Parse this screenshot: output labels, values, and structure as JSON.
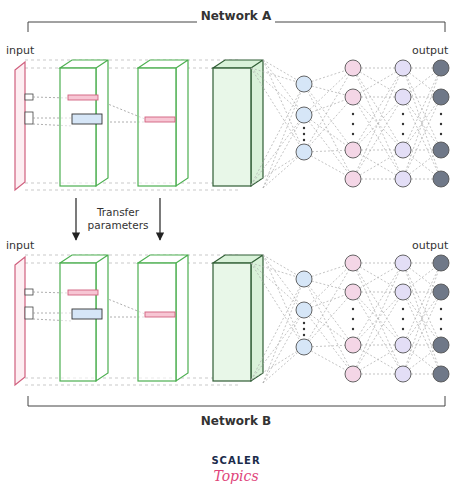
{
  "diagram": {
    "labels": [
      "Network A",
      "input",
      "output",
      "Transfer parameters",
      "input",
      "output",
      "Network B",
      "SCALER",
      "Topics"
    ]
  }
}
